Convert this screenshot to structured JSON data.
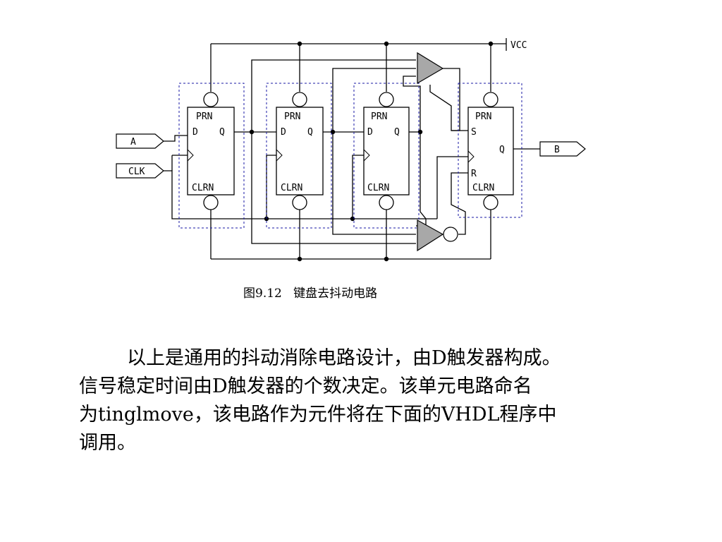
{
  "figure": {
    "vcc_label": "VCC",
    "input_a_label": "A",
    "input_clk_label": "CLK",
    "output_b_label": "B",
    "flip_flop_labels": {
      "prn": "PRN",
      "clrn": "CLRN",
      "d": "D",
      "q": "Q",
      "s": "S",
      "r": "R"
    },
    "caption": "图9.12   键盘去抖动电路"
  },
  "body_text": {
    "line1": "以上是通用的抖动消除电路设计，由D触发器构成。",
    "line2": "信号稳定时间由D触发器的个数决定。该单元电路命名",
    "line3": "为tinglmove，该电路作为元件将在下面的VHDL程序中",
    "line4": "调用。"
  },
  "colors": {
    "wire": "#000000",
    "dashed_box": "#1a1aa6",
    "gate_fill": "#a8a8a8"
  }
}
